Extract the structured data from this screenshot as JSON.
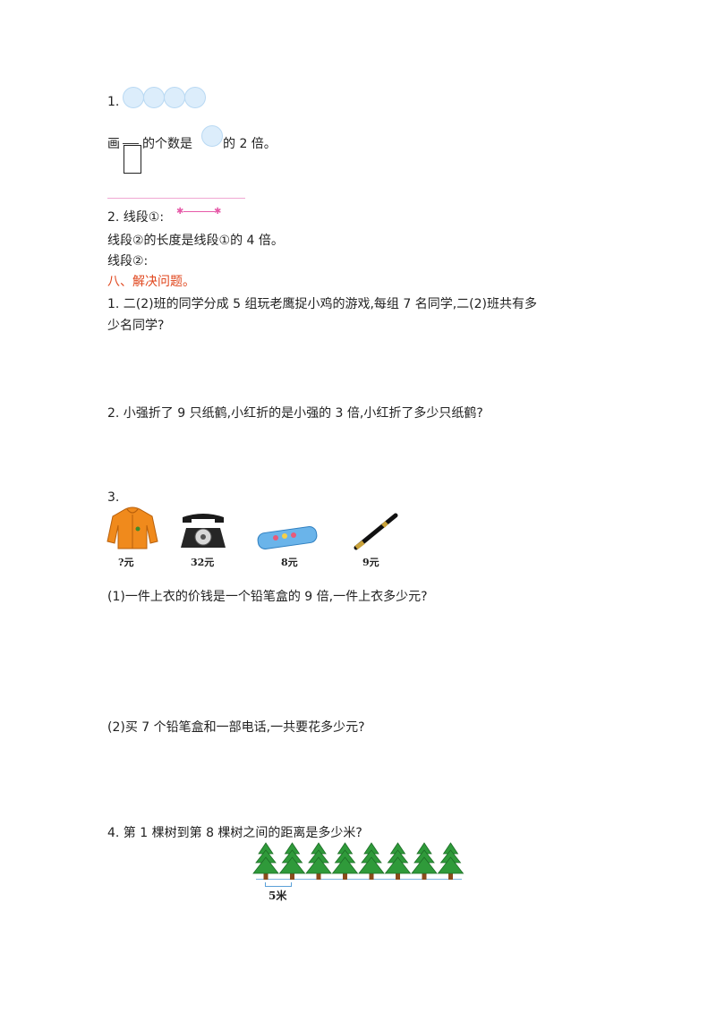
{
  "q1": {
    "number": "1.",
    "draw_prefix": "画",
    "draw_middle": "的个数是",
    "draw_suffix": "的 2 倍。"
  },
  "q2": {
    "line1_label": "2. 线段①:",
    "line2_desc": "线段②的长度是线段①的 4 倍。",
    "line2_label": "线段②:"
  },
  "section": {
    "title": "八、解决问题。"
  },
  "problems": {
    "p1_line1": "1. 二(2)班的同学分成 5 组玩老鹰捉小鸡的游戏,每组 7 名同学,二(2)班共有多",
    "p1_line2": "少名同学?",
    "p2": "2. 小强折了 9 只纸鹤,小红折的是小强的 3 倍,小红折了多少只纸鹤?",
    "p3_number": "3.",
    "p3_q1": "(1)一件上衣的价钱是一个铅笔盒的 9 倍,一件上衣多少元?",
    "p3_q2": "(2)买 7 个铅笔盒和一部电话,一共要花多少元?",
    "p4": "4. 第 1 棵树到第 8 棵树之间的距离是多少米?"
  },
  "items": [
    {
      "name": "jacket-icon",
      "price": "?元"
    },
    {
      "name": "telephone-icon",
      "price": "32元"
    },
    {
      "name": "pencil-case-icon",
      "price": "8元"
    },
    {
      "name": "pen-icon",
      "price": "9元"
    }
  ],
  "trees": {
    "count": 8,
    "distance_label": "5米"
  }
}
